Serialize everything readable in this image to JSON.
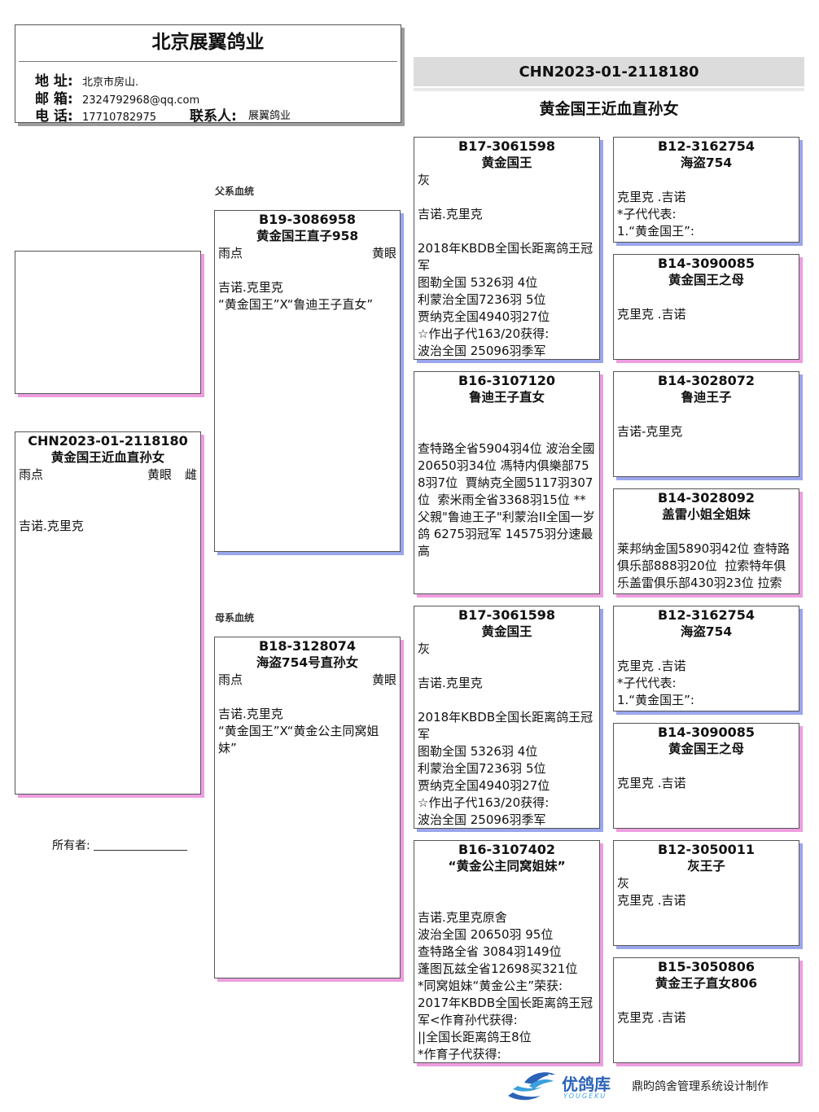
{
  "header": {
    "company": "北京展翼鸽业",
    "address_label": "地 址:",
    "address": "北京市房山.",
    "email_label": "邮 箱:",
    "email": "2324792968@qq.com",
    "phone_label": "电 话:",
    "phone": "17710782975",
    "contact_label": "联系人:",
    "contact": "展翼鸽业"
  },
  "title": {
    "ring": "CHN2023-01-2118180",
    "name": "黄金国王近血直孙女"
  },
  "labels": {
    "paternal": "父系血统",
    "maternal": "母系血统",
    "owner": "所有者:"
  },
  "subject": {
    "ring": "CHN2023-01-2118180",
    "name": "黄金国王近血直孙女",
    "color": "雨点",
    "eye": "黄眼",
    "sex": "雌",
    "lines": [
      "吉诺.克里克"
    ]
  },
  "sire": {
    "ring": "B19-3086958",
    "name": "黄金国王直子958",
    "color": "雨点",
    "eye": "黄眼",
    "lines": [
      "吉诺.克里克",
      "“黄金国王”X“鲁迪王子直女”"
    ]
  },
  "dam": {
    "ring": "B18-3128074",
    "name": "海盗754号直孙女",
    "color": "雨点",
    "eye": "黄眼",
    "lines": [
      "吉诺.克里克",
      "“黄金国王”X“黄金公主同窝姐妹”"
    ]
  },
  "ss": {
    "ring": "B17-3061598",
    "name": "黄金国王",
    "color": "灰",
    "lines": [
      "吉诺.克里克",
      "",
      "2018年KBDB全国长距离鸽王冠军",
      "图勒全国 5326羽 4位",
      "利蒙治全国7236羽 5位",
      "贾纳克全国4940羽27位",
      "☆作出子代163/20获得:",
      "波治全国 25096羽季军"
    ]
  },
  "sd": {
    "ring": "B16-3107120",
    "name": "鲁迪王子直女",
    "lines": [
      "查特路全省5904羽4位 波治全國20650羽34位 馮特内俱樂部758羽7位  賈納克全國5117羽307位  索米雨全省3368羽15位 **父親\"鲁迪王子\"利蒙治II全国一岁鸽 6275羽冠军 14575羽分速最高"
    ]
  },
  "ds": {
    "ring": "B17-3061598",
    "name": "黄金国王",
    "color": "灰",
    "lines": [
      "吉诺.克里克",
      "",
      "2018年KBDB全国长距离鸽王冠军",
      "图勒全国 5326羽 4位",
      "利蒙治全国7236羽 5位",
      "贾纳克全国4940羽27位",
      "☆作出子代163/20获得:",
      "波治全国 25096羽季军"
    ]
  },
  "dd": {
    "ring": "B16-3107402",
    "name": "“黄金公主同窝姐妹”",
    "lines": [
      "吉诺.克里克原舍",
      "波治全国 20650羽 95位",
      "查特路全省 3084羽149位",
      "蓬图瓦兹全省12698买321位",
      "*同窝姐妹“黄金公主”荣获:",
      "2017年KBDB全国长距离鸽王冠军<作育孙代获得:",
      "||全国长距离鸽王8位",
      "*作育子代获得:"
    ]
  },
  "sss": {
    "ring": "B12-3162754",
    "name": "海盗754",
    "lines": [
      "克里克 .吉诺",
      "*子代代表:",
      "1.“黄金国王”:"
    ]
  },
  "ssd": {
    "ring": "B14-3090085",
    "name": "黄金国王之母",
    "lines": [
      "克里克 .吉诺"
    ]
  },
  "sds": {
    "ring": "B14-3028072",
    "name": "鲁迪王子",
    "lines": [
      "吉诺-克里克"
    ]
  },
  "sdd": {
    "ring": "B14-3028092",
    "name": "盖雷小姐全姐妹",
    "lines": [
      "莱邦纳金国5890羽42位 查特路俱乐部888羽20位  拉索特年俱乐盖雷俱乐部430羽23位 拉索"
    ]
  },
  "dss": {
    "ring": "B12-3162754",
    "name": "海盗754",
    "lines": [
      "克里克 .吉诺",
      "*子代代表:",
      "1.“黄金国王”:"
    ]
  },
  "dsd": {
    "ring": "B14-3090085",
    "name": "黄金国王之母",
    "lines": [
      "克里克 .吉诺"
    ]
  },
  "dds": {
    "ring": "B12-3050011",
    "name": "灰王子",
    "color": "灰",
    "lines": [
      "克里克 .吉诺"
    ]
  },
  "ddd": {
    "ring": "B15-3050806",
    "name": "黄金王子直女806",
    "lines": [
      "克里克 .吉诺"
    ]
  },
  "footer": {
    "logo_text": "优鸽库",
    "logo_sub": "YOUGEKU",
    "credit": "鼎昀鸽舍管理系统设计制作"
  }
}
